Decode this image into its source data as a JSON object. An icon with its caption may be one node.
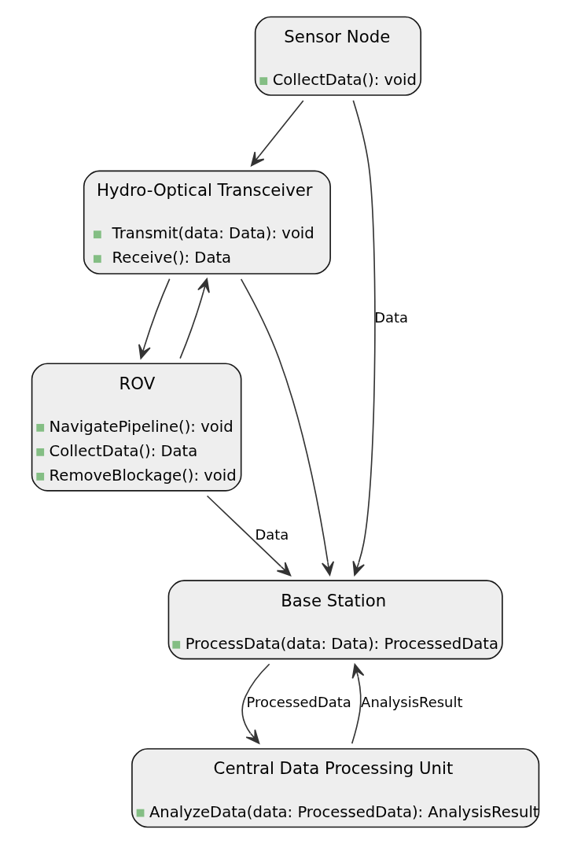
{
  "diagram": {
    "nodes": [
      {
        "text": [
          "Sensor Node",
          "CollectData(): void"
        ]
      },
      {
        "text": [
          "Hydro-Optical Transceiver",
          "Transmit(data: Data): void",
          "Receive(): Data"
        ]
      },
      {
        "text": [
          "ROV",
          "NavigatePipeline(): void",
          "CollectData(): Data",
          "RemoveBlockage(): void"
        ]
      },
      {
        "text": [
          "Base Station",
          "ProcessData(data: Data): ProcessedData"
        ]
      },
      {
        "text": [
          "Central Data Processing Unit",
          "AnalyzeData(data: ProcessedData): AnalysisResult"
        ]
      }
    ],
    "edges": [
      {
        "from": 0,
        "to": 3,
        "arrow": "to",
        "label": "Data"
      },
      {
        "from": 0,
        "to": 1,
        "arrow": "to"
      },
      {
        "from": 1,
        "to": 2,
        "arrow": "to"
      },
      {
        "from": 2,
        "to": 1,
        "arrow": "to"
      },
      {
        "from": 1,
        "to": 3,
        "arrow": "to"
      },
      {
        "from": 2,
        "to": 3,
        "arrow": "to",
        "label": "Data"
      },
      {
        "from": 3,
        "to": 4,
        "arrow": "to",
        "label": "ProcessedData"
      },
      {
        "from": 4,
        "to": 3,
        "arrow": "to",
        "label": "AnalysisResult"
      }
    ]
  }
}
